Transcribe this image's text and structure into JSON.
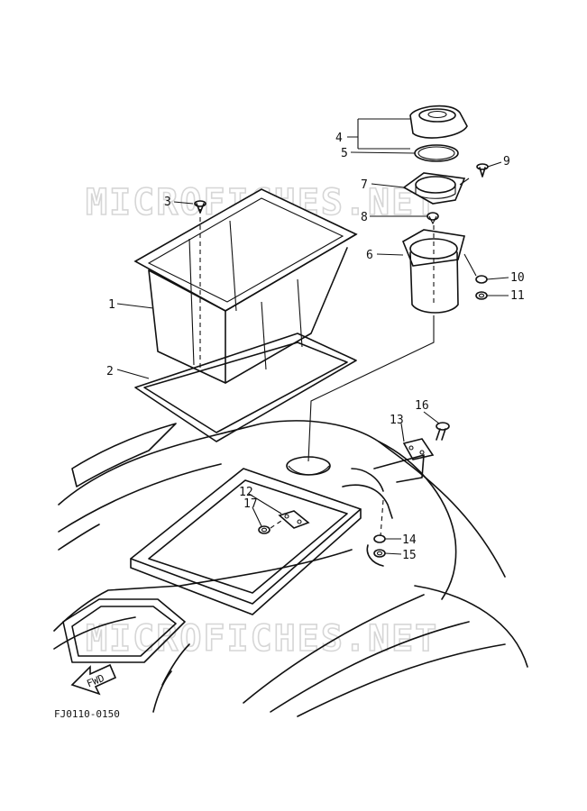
{
  "watermark": "MICROFICHES.NET",
  "diagram_code": "FJ0110-0150",
  "fwd_label": "FWD",
  "callouts": [
    "1",
    "2",
    "3",
    "4",
    "5",
    "6",
    "7",
    "8",
    "9",
    "10",
    "11",
    "12",
    "13",
    "14",
    "15",
    "16",
    "17"
  ]
}
